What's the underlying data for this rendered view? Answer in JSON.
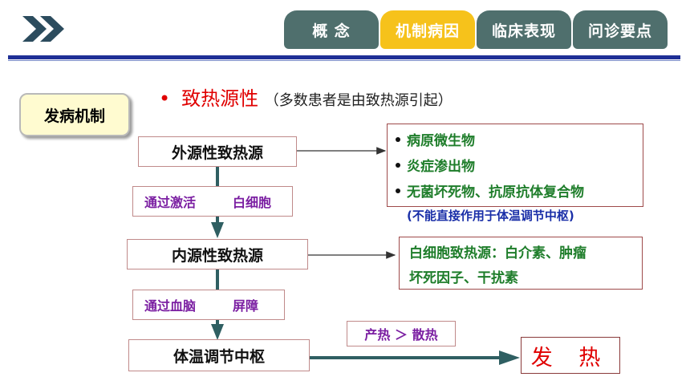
{
  "nav": {
    "tabs": [
      {
        "label": "概  念",
        "active": false
      },
      {
        "label": "机制病因",
        "active": true
      },
      {
        "label": "临床表现",
        "active": false
      },
      {
        "label": "问诊要点",
        "active": false
      }
    ]
  },
  "section_label": "发病机制",
  "bullet": {
    "marker": "•",
    "title": "致热源性",
    "subtitle": "（多数患者是由致热源引起）"
  },
  "diagram": {
    "node_exogenous": "外源性致热源",
    "via_activate_left": "通过激活",
    "via_activate_right": "白细胞",
    "node_endogenous": "内源性致热源",
    "via_bbb_left": "通过血脑",
    "via_bbb_right": "屏障",
    "node_center": "体温调节中枢",
    "heat_compare": "产热 ＞ 散热",
    "result": "发 热",
    "exogenous_list": [
      "病原微生物",
      "炎症渗出物",
      "无菌坏死物、抗原抗体复合物"
    ],
    "exogenous_note": "(不能直接作用于体温调节中枢)",
    "endogenous_list_line1": "白细胞致热源：白介素、肿瘤",
    "endogenous_list_line2": "坏死因子、干扰素"
  },
  "colors": {
    "tab_inactive": "#4f6f6d",
    "tab_active": "#f6c21b",
    "rule": "#1f2f96",
    "title_red": "#e00000",
    "via_purple": "#7b1fa2",
    "list_green": "#1e7d2a",
    "note_blue": "#1a2fa8",
    "arrow_teal": "#2f5f62"
  },
  "icons": {
    "logo": "double-chevron-icon"
  }
}
